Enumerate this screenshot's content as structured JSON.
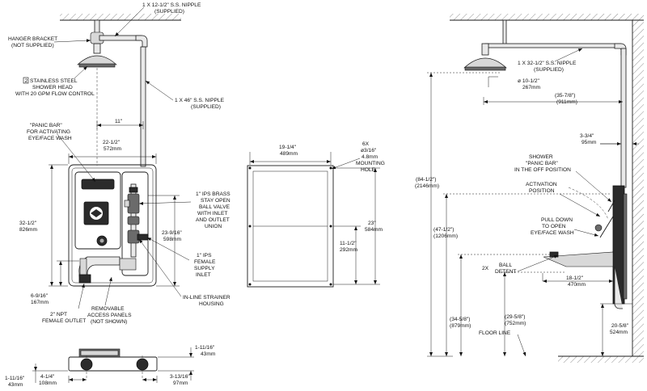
{
  "front": {
    "nipple_top": [
      "1 X 12-1/2\" S.S. NIPPLE",
      "(SUPPLIED)"
    ],
    "hanger": [
      "HANGER BRACKET",
      "(NOT SUPPLIED)"
    ],
    "showerhead_num": "2",
    "showerhead": [
      "STAINLESS STEEL",
      "SHOWER HEAD",
      "WITH 20 GPM FLOW CONTROL"
    ],
    "nipple_46": [
      "1 X 46\" S.S. NIPPLE",
      "(SUPPLIED)"
    ],
    "dim_11": "11\"",
    "panic": [
      "\"PANIC BAR\"",
      "FOR ACTIVATING",
      "EYE/FACE WASH"
    ],
    "dim_width": [
      "22-1/2\"",
      "572mm"
    ],
    "dim_height": [
      "32-1/2\"",
      "826mm"
    ],
    "valve": [
      "1\" IPS BRASS",
      "STAY OPEN",
      "BALL VALVE",
      "WITH INLET",
      "AND OUTLET",
      "UNION"
    ],
    "dim_supply": [
      "23-9/16\"",
      "598mm"
    ],
    "supply": [
      "1\" IPS",
      "FEMALE",
      "SUPPLY",
      "INLET"
    ],
    "strainer": [
      "IN-LINE STRAINER",
      "HOUSING"
    ],
    "dim_bottom": [
      "6-9/16\"",
      "167mm"
    ],
    "outlet": [
      "2\" NPT",
      "FEMALE OUTLET"
    ],
    "panels": [
      "REMOVABLE",
      "ACCESS PANELS",
      "(NOT SHOWN)"
    ]
  },
  "opening": {
    "dim_width": [
      "19-1/4\"",
      "489mm"
    ],
    "holes": [
      "6X",
      "ø3/16\"",
      "4.8mm",
      "MOUNTING",
      "HOLE"
    ],
    "dim_height": [
      "23\"",
      "584mm"
    ],
    "dim_half": [
      "11-1/2\"",
      "292mm"
    ]
  },
  "plan": {
    "dim_depth": [
      "1-11/16\"",
      "43mm"
    ],
    "dim_left": [
      "1-11/16\"",
      "43mm"
    ],
    "dim_inlet": [
      "4-1/4\"",
      "108mm"
    ],
    "dim_outlet": [
      "3-13/16\"",
      "97mm"
    ]
  },
  "side": {
    "nipple": [
      "1 X 32-1/2\" S.S. NIPPLE",
      "(SUPPLIED)"
    ],
    "dia": [
      "ø 10-1/2\"",
      "267mm"
    ],
    "dim_reach": [
      "(35-7/8\")",
      "(911mm)"
    ],
    "dim_wall": [
      "3-3/4\"",
      "95mm"
    ],
    "shower_off": [
      "SHOWER",
      "\"PANIC BAR\"",
      "IN THE OFF POSITION"
    ],
    "activation": [
      "ACTIVATION",
      "POSITION"
    ],
    "total": [
      "(84-1/2\")",
      "(2146mm)"
    ],
    "dim_47": [
      "(47-1/2\")",
      "(1206mm)"
    ],
    "pull": [
      "PULL DOWN",
      "TO OPEN",
      "EYE/FACE WASH"
    ],
    "ball_qty": "2X",
    "ball": [
      "BALL",
      "DETENT"
    ],
    "dim_18": [
      "18-1/2\"",
      "470mm"
    ],
    "dim_34": [
      "(34-5/8\")",
      "(879mm)"
    ],
    "dim_29": [
      "(29-5/8\")",
      "(752mm)"
    ],
    "dim_20": [
      "20-5/8\"",
      "524mm"
    ],
    "floor": "FLOOR LINE"
  }
}
